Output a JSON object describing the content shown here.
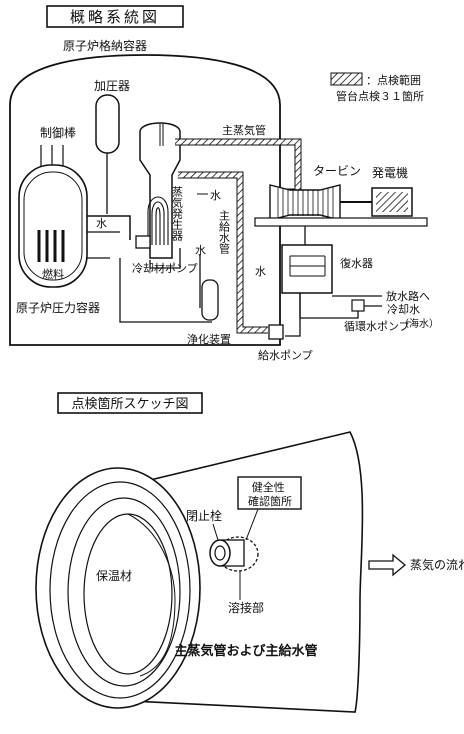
{
  "title": "概略系統図",
  "legend": {
    "range_label": "：点検範囲",
    "count_label": "管台点検３１箇所"
  },
  "system": {
    "containment_vessel": "原子炉格納容器",
    "pressurizer": "加圧器",
    "control_rods": "制御棒",
    "fuel": "燃料",
    "reactor_vessel": "原子炉圧力容器",
    "water": "水",
    "steam_generator": "蒸気発生器",
    "main_steam_pipe": "主蒸気管",
    "main_feedwater_pipe": "主給水管",
    "turbine": "タービン",
    "generator": "発電機",
    "condenser": "復水器",
    "discharge": "放水路へ",
    "cooling_water": "冷却水",
    "seawater": "（海水）",
    "circ_pump": "循環水ポンプ",
    "coolant_pump": "冷却材ポンプ",
    "purification": "浄化装置",
    "feed_pump": "給水ポンプ"
  },
  "sketch": {
    "title": "点検箇所スケッチ図",
    "insulation": "保温材",
    "plug": "閉止栓",
    "integrity_point": "健全性\n確認箇所",
    "weld": "溶接部",
    "steam_flow": "蒸気の流れ",
    "pipe_caption": "主蒸気管および主給水管"
  }
}
